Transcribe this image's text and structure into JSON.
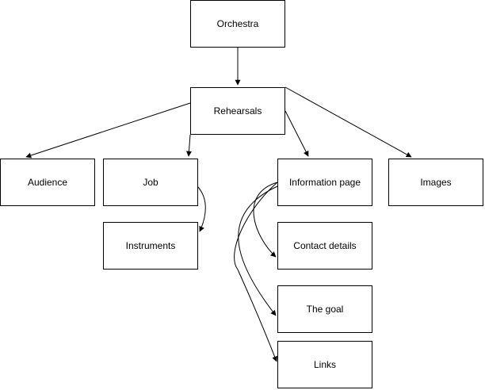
{
  "diagram": {
    "nodes": {
      "orchestra": "Orchestra",
      "rehearsals": "Rehearsals",
      "audience": "Audience",
      "job": "Job",
      "instruments": "Instruments",
      "information_page": "Information page",
      "contact_details": "Contact details",
      "the_goal": "The goal",
      "links": "Links",
      "images": "Images"
    },
    "edges": [
      {
        "from": "orchestra",
        "to": "rehearsals"
      },
      {
        "from": "rehearsals",
        "to": "audience"
      },
      {
        "from": "rehearsals",
        "to": "job"
      },
      {
        "from": "rehearsals",
        "to": "information_page"
      },
      {
        "from": "rehearsals",
        "to": "images"
      },
      {
        "from": "job",
        "to": "instruments"
      },
      {
        "from": "information_page",
        "to": "contact_details"
      },
      {
        "from": "information_page",
        "to": "the_goal"
      },
      {
        "from": "information_page",
        "to": "links"
      }
    ],
    "colors": {
      "stroke": "#000000",
      "fill": "#ffffff",
      "text": "#000000"
    }
  }
}
